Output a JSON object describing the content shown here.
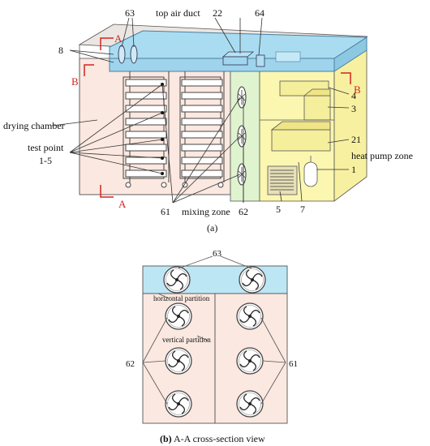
{
  "figure_a": {
    "caption": "(a)",
    "labels": {
      "top_air_duct": "top air duct",
      "drying_chamber": "drying chamber",
      "test_point_line1": "test point",
      "test_point_line2": "1-5",
      "heat_pump_zone": "heat pump zone",
      "mixing_zone": "mixing zone",
      "n63": "63",
      "n22": "22",
      "n64": "64",
      "n8": "8",
      "n4": "4",
      "n3": "3",
      "n21": "21",
      "n1": "1",
      "n5": "5",
      "n7": "7",
      "n61": "61",
      "n62": "62"
    },
    "section_marks": {
      "A": "A",
      "B": "B"
    },
    "colors": {
      "duct_blue": "#a9dcf0",
      "chamber_pink": "#fbe8e0",
      "mixing_green": "#dff3cf",
      "heatpump_yellow": "#fbf6b0",
      "section_red": "#d0261e"
    }
  },
  "figure_b": {
    "caption_prefix": "(b)",
    "caption_text": " A-A cross-section view",
    "labels": {
      "horizontal_partition": "horizontal partition",
      "vertical_partition": "vertical partition",
      "n63": "63",
      "n62": "62",
      "n61": "61"
    }
  }
}
